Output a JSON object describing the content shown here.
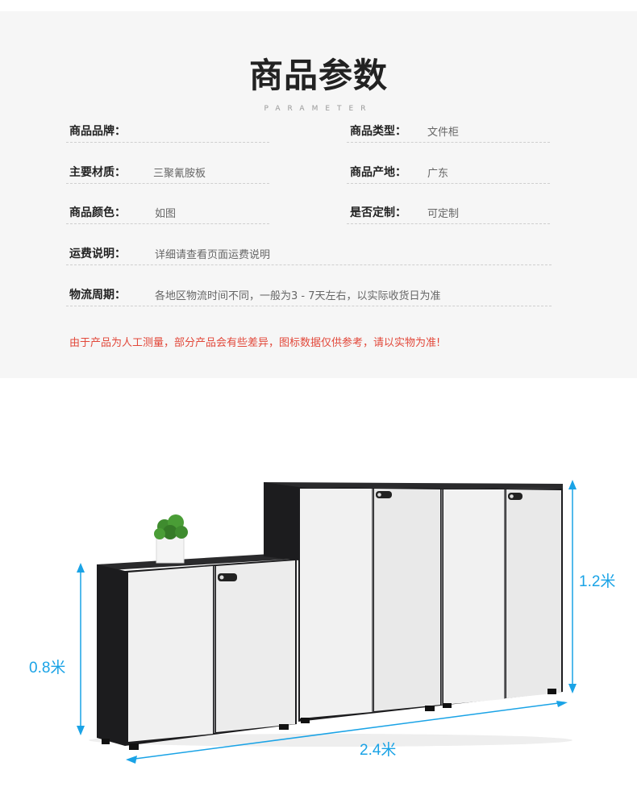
{
  "header": {
    "title": "商品参数",
    "subtitle": "PARAMETER"
  },
  "params": {
    "brand": {
      "label": "商品品牌：",
      "value": ""
    },
    "type": {
      "label": "商品类型：",
      "value": "文件柜"
    },
    "material": {
      "label": "主要材质：",
      "value": "三聚氰胺板"
    },
    "origin": {
      "label": "商品产地：",
      "value": "广东"
    },
    "color": {
      "label": "商品颜色：",
      "value": "如图"
    },
    "custom": {
      "label": "是否定制：",
      "value": "可定制"
    },
    "shipping": {
      "label": "运费说明：",
      "value": "详细请查看页面运费说明"
    },
    "delivery": {
      "label": "物流周期：",
      "value": "各地区物流时间不同，一般为3 -  7天左右，以实际收货日为准"
    }
  },
  "note": "由于产品为人工测量，部分产品会有些差异，图标数据仅供参考，请以实物为准!",
  "dimensions": {
    "height_low": "0.8米",
    "height_high": "1.2米",
    "width": "2.4米"
  },
  "colors": {
    "accent_blue": "#1aa3e6",
    "note_red": "#e2483a",
    "cabinet_black": "#1c1c1e",
    "door_white": "#f0f0f0"
  }
}
